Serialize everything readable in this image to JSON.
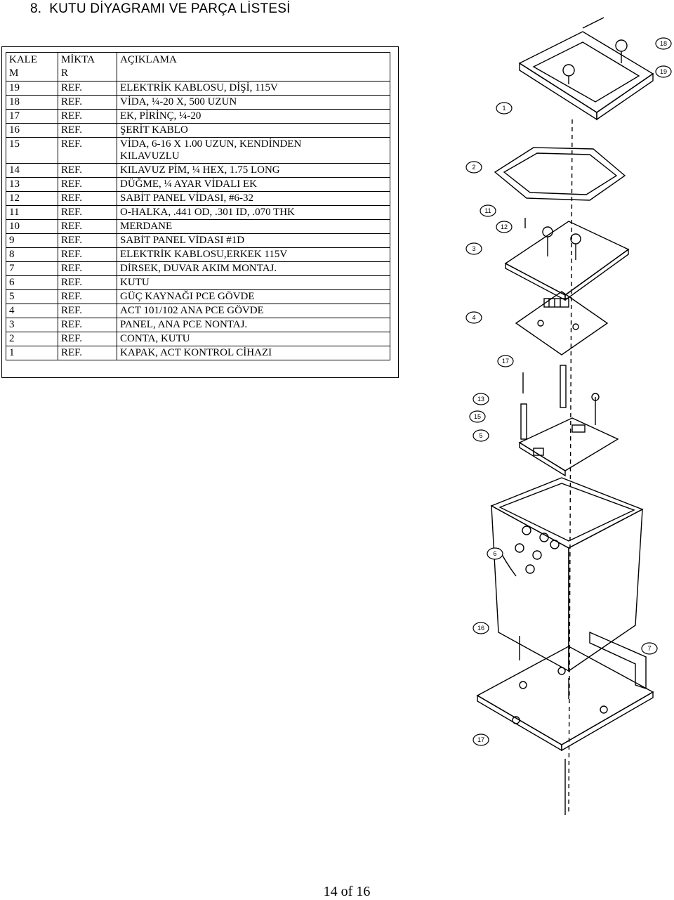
{
  "section": {
    "number": "8.",
    "title": "KUTU DİYAGRAMI VE PARÇA LİSTESİ"
  },
  "parts_table": {
    "headers": {
      "item_line1": "KALE",
      "item_line2": "M",
      "qty_line1": "MİKTA",
      "qty_line2": "R",
      "description": "AÇIKLAMA"
    },
    "rows": [
      {
        "item": "19",
        "qty": "REF.",
        "description": "ELEKTRİK KABLOSU, DİŞİ, 115V"
      },
      {
        "item": "18",
        "qty": "REF.",
        "description": "VİDA, ¼-20 X, 500 UZUN"
      },
      {
        "item": "17",
        "qty": "REF.",
        "description": "EK, PİRİNÇ, ¼-20"
      },
      {
        "item": "16",
        "qty": "REF.",
        "description": "ŞERİT KABLO"
      },
      {
        "item": "15",
        "qty": "REF.",
        "description": "VİDA, 6-16 X 1.00 UZUN, KENDİNDEN",
        "description_line2": "KILAVUZLU"
      },
      {
        "item": "14",
        "qty": "REF.",
        "description": "KILAVUZ PİM, ¼ HEX, 1.75 LONG"
      },
      {
        "item": "13",
        "qty": "REF.",
        "description": "DÜĞME, ¼ AYAR VİDALI EK"
      },
      {
        "item": "12",
        "qty": "REF.",
        "description": "SABİT PANEL VİDASI, #6-32"
      },
      {
        "item": "11",
        "qty": "REF.",
        "description": "O-HALKA, .441 OD, .301 ID, .070 THK"
      },
      {
        "item": "10",
        "qty": "REF.",
        "description": "MERDANE"
      },
      {
        "item": "9",
        "qty": "REF.",
        "description": "SABİT PANEL VİDASI #1D"
      },
      {
        "item": "8",
        "qty": "REF.",
        "description": "ELEKTRİK KABLOSU,ERKEK 115V"
      },
      {
        "item": "7",
        "qty": "REF.",
        "description": "DİRSEK, DUVAR AKIM MONTAJ."
      },
      {
        "item": "6",
        "qty": "REF.",
        "description": "KUTU"
      },
      {
        "item": "5",
        "qty": "REF.",
        "description": "GÜÇ KAYNAĞI  PCE GÖVDE"
      },
      {
        "item": "4",
        "qty": "REF.",
        "description": "ACT 101/102 ANA PCE GÖVDE"
      },
      {
        "item": "3",
        "qty": "REF.",
        "description": "PANEL, ANA PCE NONTAJ."
      },
      {
        "item": "2",
        "qty": "REF.",
        "description": "CONTA, KUTU"
      },
      {
        "item": "1",
        "qty": "REF.",
        "description": "KAPAK, ACT KONTROL CİHAZI"
      }
    ]
  },
  "diagram": {
    "callouts": [
      "18",
      "19",
      "1",
      "2",
      "11",
      "12",
      "3",
      "4",
      "17",
      "13",
      "15",
      "5",
      "6",
      "16",
      "7",
      "17"
    ]
  },
  "footer": {
    "page_label": "14 of 16"
  }
}
